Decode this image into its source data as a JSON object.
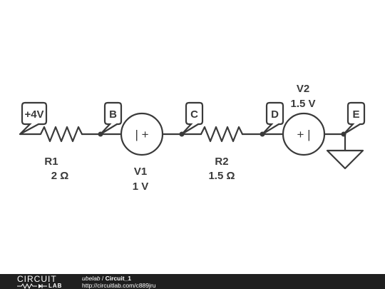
{
  "schematic": {
    "flags": {
      "plus4v": "+4V",
      "b": "B",
      "c": "C",
      "d": "D",
      "e": "E"
    },
    "r1": {
      "name": "R1",
      "value": "2 Ω"
    },
    "v1": {
      "name": "V1",
      "value": "1 V",
      "symbol": "| +"
    },
    "r2": {
      "name": "R2",
      "value": "1.5 Ω"
    },
    "v2": {
      "name": "V2",
      "value": "1.5 V",
      "symbol": "+ |"
    }
  },
  "footer": {
    "logo_top": "CIRCUIT",
    "logo_bottom": "LAB",
    "owner": "ubelab",
    "separator": " / ",
    "circuit_name": "Circuit_1",
    "url": "http://circuitlab.com/c889jru"
  },
  "colors": {
    "ink": "#3a3a3a",
    "footer_bg": "#1f1f1f"
  }
}
